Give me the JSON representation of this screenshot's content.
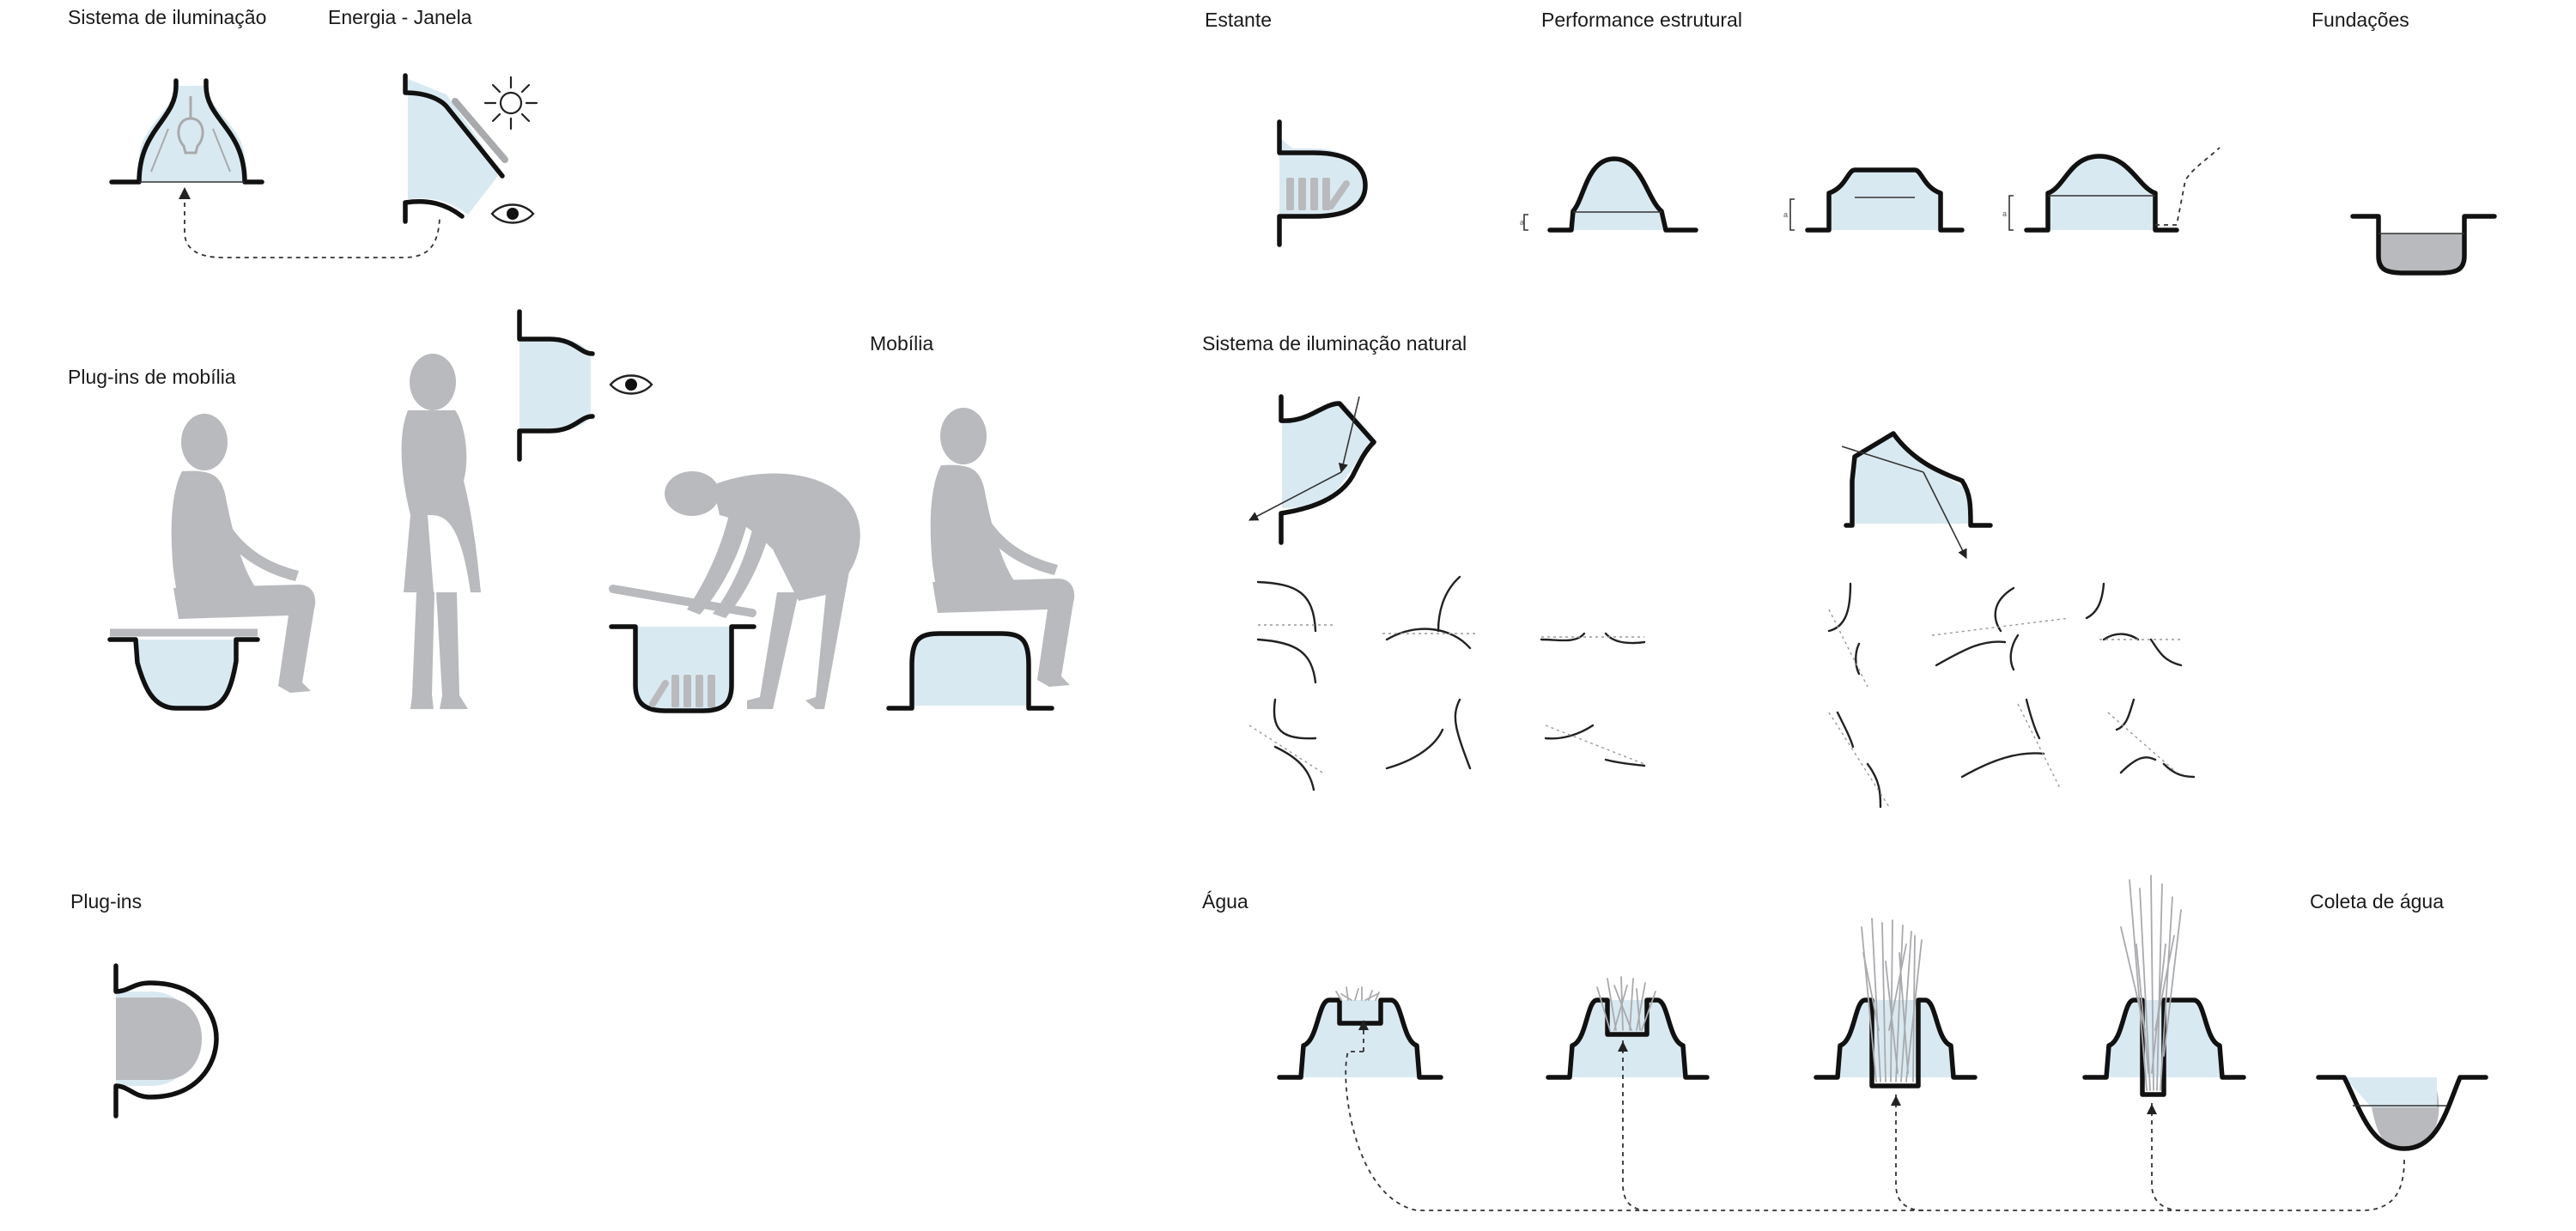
{
  "colors": {
    "fill_blue": "#d9e9f1",
    "line": "#111111",
    "figure_grey": "#b9babd"
  },
  "labels": {
    "lighting_system": "Sistema de iluminação",
    "energy_window": "Energia - Janela",
    "shelf": "Estante",
    "structural_performance": "Performance estrutural",
    "foundations": "Fundações",
    "furniture_plugins": "Plug-ins de mobília",
    "furniture": "Mobília",
    "natural_lighting": "Sistema de iluminação natural",
    "plugins": "Plug-ins",
    "water": "Água",
    "water_collection": "Coleta de água"
  },
  "dimension_marks": [
    "a",
    "a",
    "a"
  ],
  "icons": [
    "lightbulb-icon",
    "sun-icon",
    "eye-icon",
    "human-figure-icon",
    "book-icon",
    "plant-icon"
  ]
}
